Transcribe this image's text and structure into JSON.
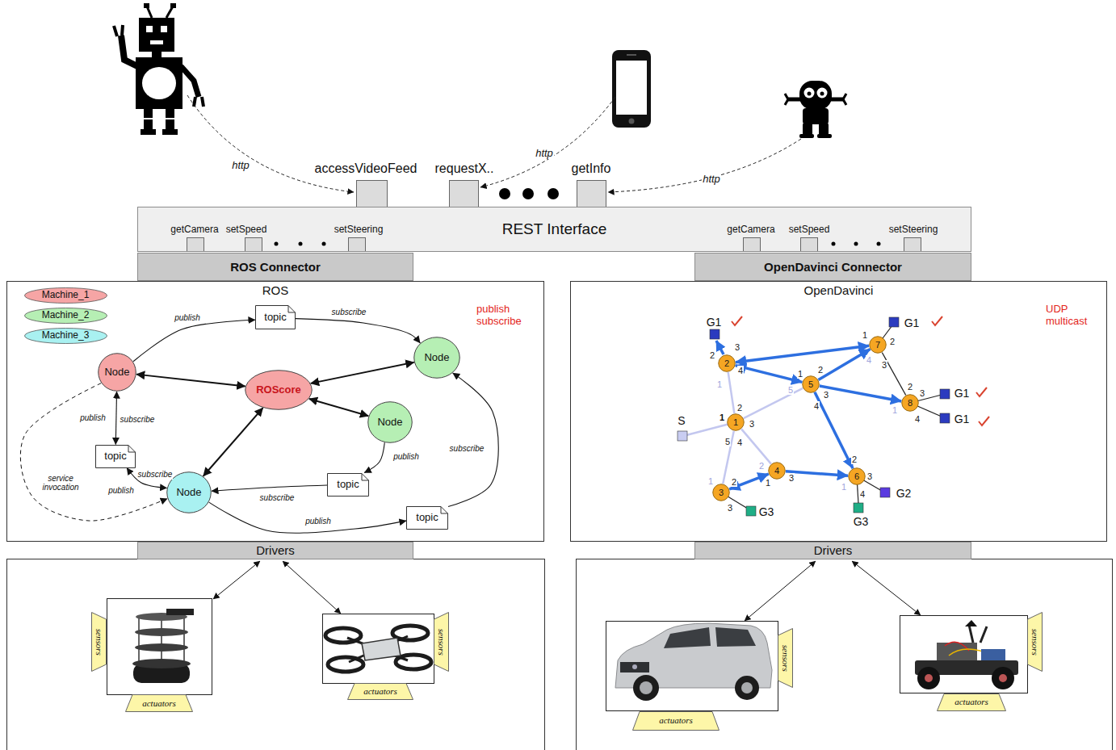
{
  "diagram": {
    "nodes": [
      {
        "text": [
          "REST Interface"
        ]
      },
      {
        "text": [
          "ROS Connector"
        ]
      },
      {
        "text": [
          "OpenDavinci Connector"
        ]
      },
      {
        "text": [
          "ROS"
        ]
      },
      {
        "text": [
          "Node"
        ],
        "in": 3
      },
      {
        "text": [
          "topic"
        ],
        "in": 3
      },
      {
        "text": [
          "Node"
        ],
        "in": 3
      },
      {
        "text": [
          "ROScore"
        ],
        "in": 3
      },
      {
        "text": [
          "Node"
        ],
        "in": 3
      },
      {
        "text": [
          "topic"
        ],
        "in": 3
      },
      {
        "text": [
          "Node"
        ],
        "in": 3
      },
      {
        "text": [
          "topic"
        ],
        "in": 3
      },
      {
        "text": [
          "topic"
        ],
        "in": 3
      },
      {
        "text": [
          "OpenDavinci"
        ]
      },
      {
        "text": [
          "1"
        ],
        "in": 13
      },
      {
        "text": [
          "2"
        ],
        "in": 13
      },
      {
        "text": [
          "3"
        ],
        "in": 13
      },
      {
        "text": [
          "4"
        ],
        "in": 13
      },
      {
        "text": [
          "5"
        ],
        "in": 13
      },
      {
        "text": [
          "6"
        ],
        "in": 13
      },
      {
        "text": [
          "7"
        ],
        "in": 13
      },
      {
        "text": [
          "8"
        ],
        "in": 13
      },
      {
        "text": [
          "Drivers"
        ]
      },
      {
        "text": [
          "Drivers"
        ]
      },
      {
        "text": [
          "sensors"
        ]
      },
      {
        "text": [
          "actuators"
        ]
      },
      {
        "text": [
          "sensors"
        ]
      },
      {
        "text": [
          "actuators"
        ]
      },
      {
        "text": [
          "sensors"
        ]
      },
      {
        "text": [
          "actuators"
        ]
      },
      {
        "text": [
          "sensors"
        ]
      },
      {
        "text": [
          "actuators"
        ]
      }
    ],
    "edges": [
      {
        "from": 4,
        "to": 5,
        "arrow": "to",
        "label": "publish"
      },
      {
        "from": 5,
        "to": 6,
        "arrow": "to",
        "label": "subscribe"
      },
      {
        "from": 4,
        "to": 7,
        "arrow": "both"
      },
      {
        "from": 7,
        "to": 6,
        "arrow": "both"
      },
      {
        "from": 7,
        "to": 8,
        "arrow": "both"
      },
      {
        "from": 7,
        "to": 10,
        "arrow": "both"
      },
      {
        "from": 4,
        "to": 9,
        "arrow": "both",
        "label": "publish"
      },
      {
        "from": 9,
        "to": 10,
        "arrow": "both",
        "label": "subscribe"
      },
      {
        "from": 8,
        "to": 11,
        "arrow": "to",
        "label": "publish"
      },
      {
        "from": 11,
        "to": 10,
        "arrow": "to",
        "label": "subscribe"
      },
      {
        "from": 10,
        "to": 12,
        "arrow": "to",
        "label": "publish"
      },
      {
        "from": 12,
        "to": 6,
        "arrow": "to",
        "label": "subscribe"
      },
      {
        "from": 4,
        "to": 10,
        "arrow": "to",
        "label": "service invocation"
      },
      {
        "from": 15,
        "to": 20,
        "arrow": "both"
      },
      {
        "from": 15,
        "to": 18,
        "arrow": "both"
      },
      {
        "from": 18,
        "to": 20,
        "arrow": "to"
      },
      {
        "from": 18,
        "to": 21,
        "arrow": "to"
      },
      {
        "from": 18,
        "to": 19,
        "arrow": "to"
      },
      {
        "from": 17,
        "to": 19,
        "arrow": "to"
      },
      {
        "from": 17,
        "to": 16,
        "arrow": "both"
      },
      {
        "from": 14,
        "to": 15,
        "arrow": "none"
      },
      {
        "from": 14,
        "to": 18,
        "arrow": "none"
      },
      {
        "from": 14,
        "to": 16,
        "arrow": "none"
      },
      {
        "from": 14,
        "to": 17,
        "arrow": "none"
      },
      {
        "from": 20,
        "to": 21,
        "arrow": "none"
      }
    ],
    "labels": [
      "http",
      "accessVideoFeed",
      "requestX..",
      "http",
      "getInfo",
      "http",
      "getCamera",
      "setSpeed",
      "setSteering",
      "getCamera",
      "setSpeed",
      "setSteering",
      "publish subscribe",
      "subscribe",
      "publish",
      "UDP multicast",
      "G1",
      "G1",
      "G1",
      "G1",
      "G2",
      "G3",
      "G3",
      "S",
      "2",
      "3",
      "4",
      "1",
      "1",
      "2",
      "3",
      "4",
      "1",
      "2",
      "3",
      "4",
      "5",
      "2",
      "3",
      "4",
      "1",
      "1",
      "2",
      "3",
      "4",
      "5",
      "2",
      "1",
      "3",
      "1",
      "2",
      "3",
      "2",
      "3",
      "4",
      "1"
    ],
    "legend": [
      {
        "text": "Machine_1",
        "color": "#f6a5a5"
      },
      {
        "text": "Machine_2",
        "color": "#b6efb4"
      },
      {
        "text": "Machine_3",
        "color": "#a9f1f1"
      }
    ]
  }
}
